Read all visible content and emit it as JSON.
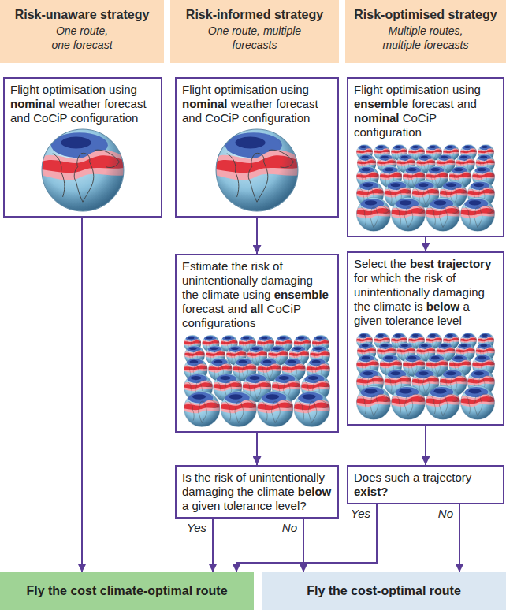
{
  "diagram": {
    "nodes": [
      {
        "text": [
          "Risk-unaware strategy",
          "One route, one forecast"
        ]
      },
      {
        "text": [
          "Risk-informed strategy",
          "One route, multiple forecasts"
        ]
      },
      {
        "text": [
          "Risk-optimised strategy",
          "Multiple routes, multiple forecasts"
        ]
      },
      {
        "text": [
          "Flight optimisation using nominal weather forecast and CoCiP configuration"
        ]
      },
      {
        "text": [
          "Flight optimisation using nominal weather forecast and CoCiP configuration"
        ]
      },
      {
        "text": [
          "Flight optimisation using ensemble forecast and nominal CoCiP configuration"
        ]
      },
      {
        "text": [
          "Estimate the risk of unintentionally damaging the climate using ensemble forecast and all CoCiP configurations"
        ]
      },
      {
        "text": [
          "Select the best trajectory for which the risk of unintentionally damaging the climate is below a given tolerance level"
        ]
      },
      {
        "text": [
          "Is the risk of unintentionally damaging the climate below a given tolerance level?"
        ]
      },
      {
        "text": [
          "Does such a trajectory exist?"
        ]
      },
      {
        "text": [
          "Fly the cost climate-optimal route"
        ]
      },
      {
        "text": [
          "Fly the cost-optimal route"
        ]
      }
    ],
    "edges": [
      {
        "from": 3,
        "to": 10,
        "arrow": "to"
      },
      {
        "from": 4,
        "to": 6,
        "arrow": "to"
      },
      {
        "from": 6,
        "to": 8,
        "arrow": "to"
      },
      {
        "from": 8,
        "to": 10,
        "label": "Yes",
        "arrow": "to"
      },
      {
        "from": 8,
        "to": 11,
        "label": "No",
        "arrow": "to"
      },
      {
        "from": 5,
        "to": 7,
        "arrow": "to"
      },
      {
        "from": 7,
        "to": 9,
        "arrow": "to"
      },
      {
        "from": 9,
        "to": 10,
        "label": "Yes",
        "arrow": "to"
      },
      {
        "from": 9,
        "to": 11,
        "label": "No",
        "arrow": "to"
      }
    ]
  }
}
